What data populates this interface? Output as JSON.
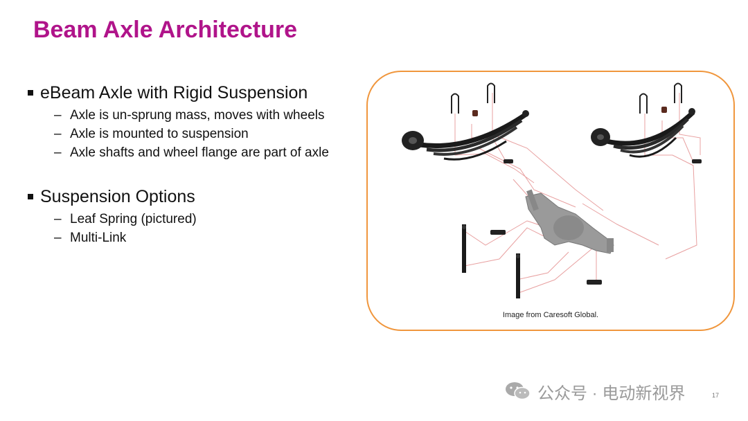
{
  "slide": {
    "title": "Beam Axle Architecture",
    "groups": [
      {
        "heading": "eBeam Axle with Rigid Suspension",
        "items": [
          "Axle is un-sprung mass, moves with wheels",
          "Axle is mounted to suspension",
          "Axle shafts and wheel flange are part of axle"
        ]
      },
      {
        "heading": "Suspension Options",
        "items": [
          "Leaf Spring (pictured)",
          "Multi-Link"
        ]
      }
    ],
    "figure": {
      "caption": "Image from Caresoft Global.",
      "frame_color": "#f0963c"
    },
    "watermark": {
      "text": "公众号 · 电动新视界"
    },
    "page_number": "17",
    "colors": {
      "title": "#b0148a",
      "leader_lines": "#e8a0a0"
    }
  }
}
